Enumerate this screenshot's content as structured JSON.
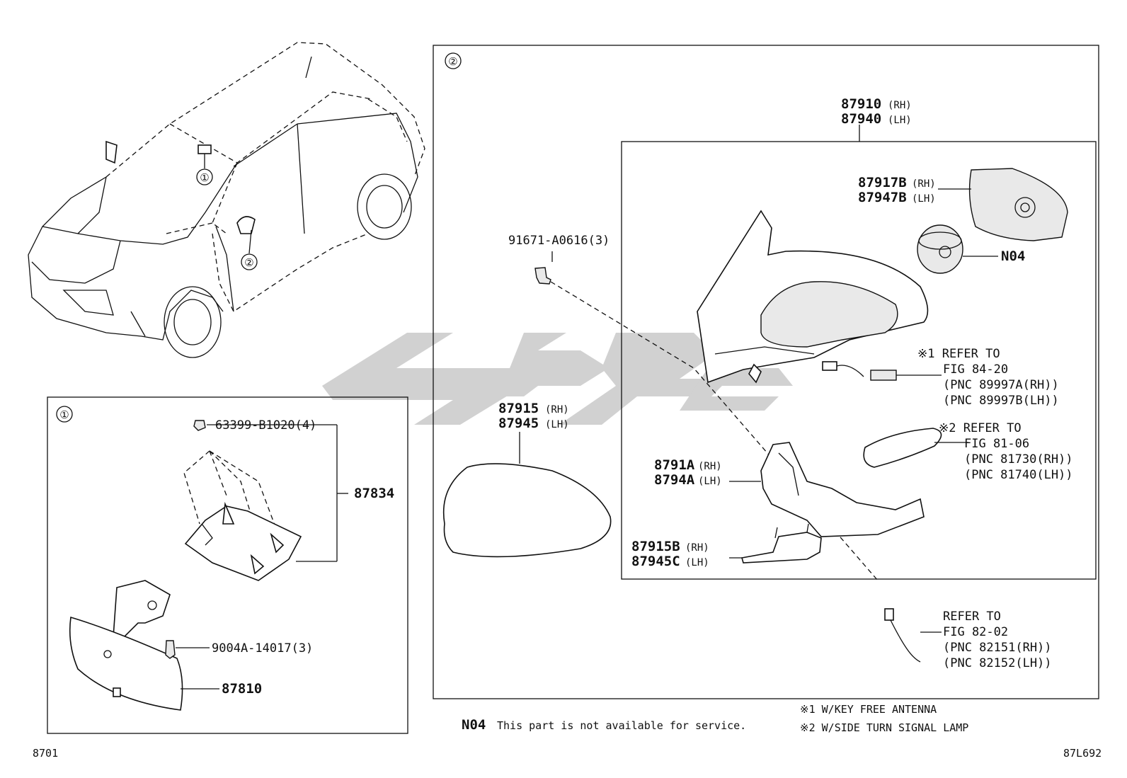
{
  "sections": {
    "section1_marker": "①",
    "section2_marker": "②"
  },
  "car": {
    "callout1": "①",
    "callout2": "②"
  },
  "section1": {
    "clip": "63399-B1020(4)",
    "cover": "87834",
    "screw": "9004A-14017(3)",
    "mirror": "87810"
  },
  "section2": {
    "assembly_rh": "87910",
    "assembly_rh_side": "(RH)",
    "assembly_lh": "87940",
    "assembly_lh_side": "(LH)",
    "bolt": "91671-A0616(3)",
    "glass_rh": "87915",
    "glass_rh_side": "(RH)",
    "glass_lh": "87945",
    "glass_lh_side": "(LH)",
    "cover_rh": "87917B",
    "cover_rh_side": "(RH)",
    "cover_lh": "87947B",
    "cover_lh_side": "(LH)",
    "motor": "N04",
    "ref1_line1": "※1 REFER TO",
    "ref1_line2": "FIG 84-20",
    "ref1_line3": "(PNC 89997A(RH))",
    "ref1_line4": "(PNC 89997B(LH))",
    "ref2_line1": "※2 REFER TO",
    "ref2_line2": "FIG 81-06",
    "ref2_line3": "(PNC 81730(RH))",
    "ref2_line4": "(PNC 81740(LH))",
    "base_rh": "8791A",
    "base_rh_side": "(RH)",
    "base_lh": "8794A",
    "base_lh_side": "(LH)",
    "trim_rh": "87915B",
    "trim_rh_side": "(RH)",
    "trim_lh": "87945C",
    "trim_lh_side": "(LH)",
    "ref3_line1": "REFER TO",
    "ref3_line2": "FIG 82-02",
    "ref3_line3": "(PNC 82151(RH))",
    "ref3_line4": "(PNC 82152(LH))"
  },
  "footer": {
    "n04_code": "N04",
    "n04_text": "This part is not available for service.",
    "note1": "※1 W/KEY FREE ANTENNA",
    "note2": "※2 W/SIDE TURN SIGNAL LAMP",
    "left_code": "8701",
    "right_code": "87L692"
  }
}
